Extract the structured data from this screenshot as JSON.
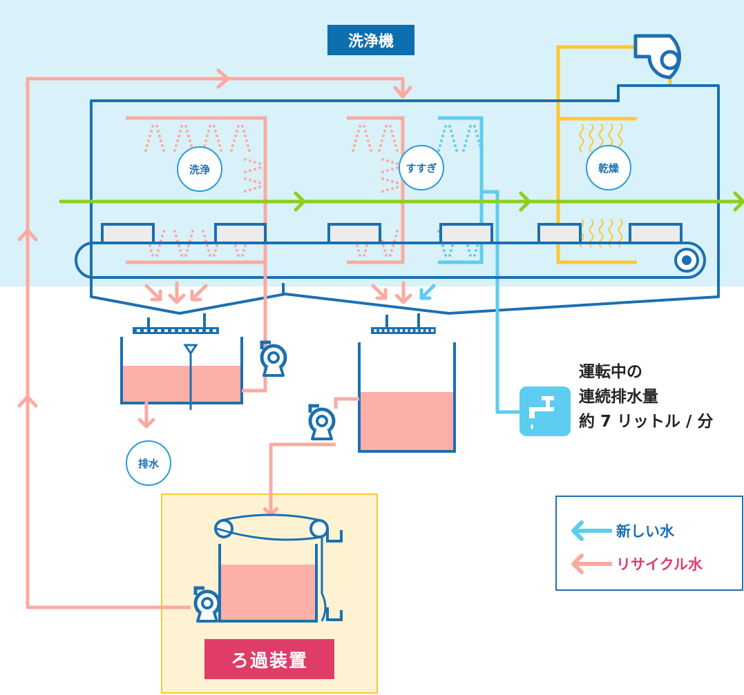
{
  "title": "洗浄機",
  "stages": {
    "wash": "洗浄",
    "rinse": "すすぎ",
    "dry": "乾燥"
  },
  "drain_label": "排水",
  "filter_label": "ろ過装置",
  "continuous_drain": {
    "line1": "運転中の",
    "line2": "連続排水量",
    "line3": "約 7 リットル / 分"
  },
  "legend": {
    "fresh": {
      "label": "新しい水",
      "color": "#5ccdf0"
    },
    "recycle": {
      "label": "リサイクル水",
      "color": "#fbaaa2"
    }
  },
  "colors": {
    "machine_outline": "#1b6fb1",
    "conveyor_arrow": "#8ccf1c",
    "dryer_duct": "#fdc731",
    "tank_water": "#fdb0a7",
    "text_recycle": "#df3c68"
  },
  "icons": [
    "blower-fan-icon",
    "pump-icon",
    "faucet-icon",
    "wash-nozzle-icon",
    "heat-wave-icon",
    "drive-roller-icon"
  ]
}
